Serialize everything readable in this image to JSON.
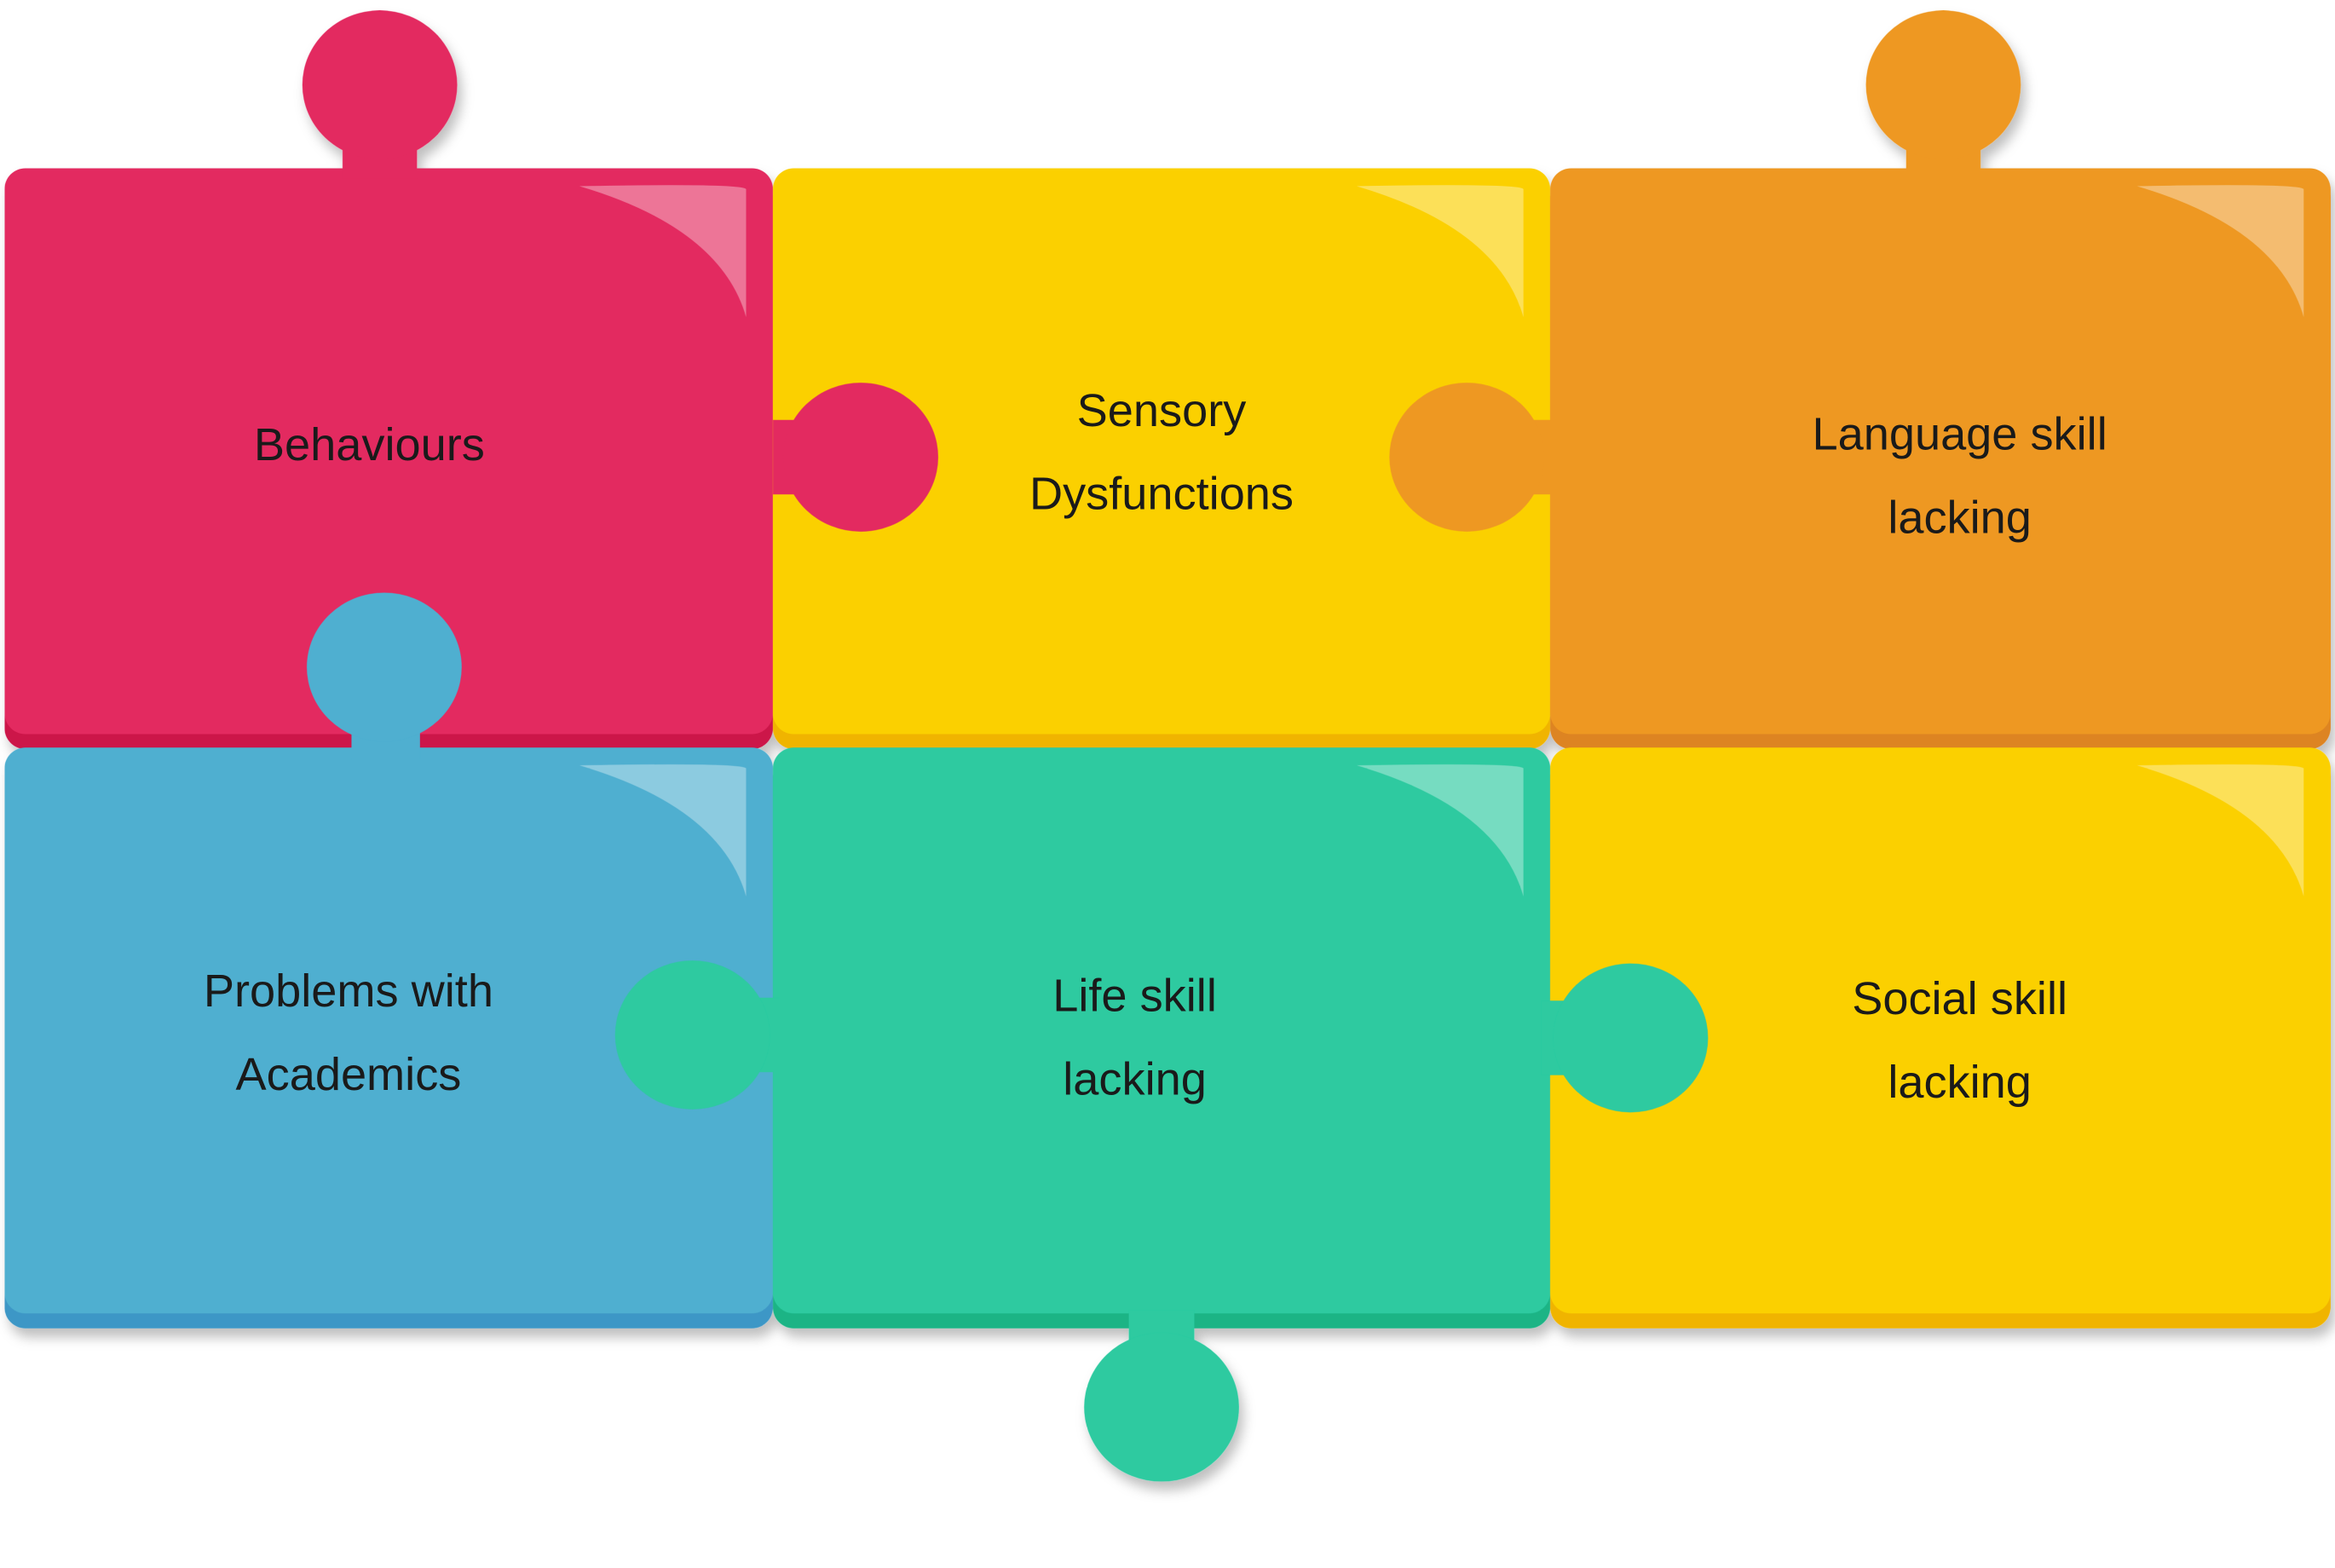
{
  "pieces": [
    {
      "id": "behaviours",
      "lines": [
        "Behaviours"
      ],
      "color": "#e32a60",
      "shade": "#cc1448"
    },
    {
      "id": "sensory",
      "lines": [
        "Sensory",
        "Dysfunctions"
      ],
      "color": "#fbd000",
      "shade": "#f0b400"
    },
    {
      "id": "language",
      "lines": [
        "Language skill",
        "lacking"
      ],
      "color": "#ee9822",
      "shade": "#dd8420"
    },
    {
      "id": "academics",
      "lines": [
        "Problems with",
        "Academics"
      ],
      "color": "#4fafd0",
      "shade": "#3e97c6"
    },
    {
      "id": "lifeskill",
      "lines": [
        "Life skill",
        "lacking"
      ],
      "color": "#2dcaa0",
      "shade": "#1ab485"
    },
    {
      "id": "social",
      "lines": [
        "Social skill",
        "lacking"
      ],
      "color": "#fbd000",
      "shade": "#f0b400"
    }
  ]
}
